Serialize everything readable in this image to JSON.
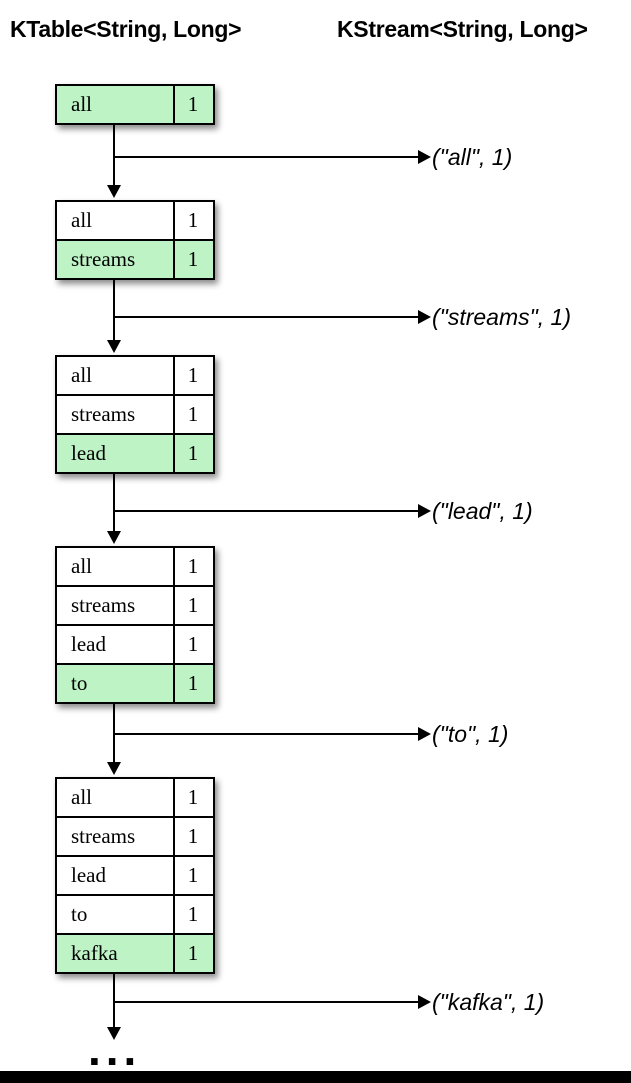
{
  "headers": {
    "left": "KTable<String, Long>",
    "right": "KStream<String, Long>"
  },
  "colors": {
    "highlight_green": "#bdf3c5",
    "row_white": "#ffffff",
    "border": "#000000",
    "bottom_bar": "#000000"
  },
  "snapshots": [
    {
      "rows": [
        {
          "key": "all",
          "value": "1",
          "highlight": true
        }
      ],
      "emit": "(\"all\", 1)"
    },
    {
      "rows": [
        {
          "key": "all",
          "value": "1",
          "highlight": false
        },
        {
          "key": "streams",
          "value": "1",
          "highlight": true
        }
      ],
      "emit": "(\"streams\", 1)"
    },
    {
      "rows": [
        {
          "key": "all",
          "value": "1",
          "highlight": false
        },
        {
          "key": "streams",
          "value": "1",
          "highlight": false
        },
        {
          "key": "lead",
          "value": "1",
          "highlight": true
        }
      ],
      "emit": "(\"lead\", 1)"
    },
    {
      "rows": [
        {
          "key": "all",
          "value": "1",
          "highlight": false
        },
        {
          "key": "streams",
          "value": "1",
          "highlight": false
        },
        {
          "key": "lead",
          "value": "1",
          "highlight": false
        },
        {
          "key": "to",
          "value": "1",
          "highlight": true
        }
      ],
      "emit": "(\"to\", 1)"
    },
    {
      "rows": [
        {
          "key": "all",
          "value": "1",
          "highlight": false
        },
        {
          "key": "streams",
          "value": "1",
          "highlight": false
        },
        {
          "key": "lead",
          "value": "1",
          "highlight": false
        },
        {
          "key": "to",
          "value": "1",
          "highlight": false
        },
        {
          "key": "kafka",
          "value": "1",
          "highlight": true
        }
      ],
      "emit": "(\"kafka\", 1)"
    }
  ],
  "ellipsis": "..."
}
